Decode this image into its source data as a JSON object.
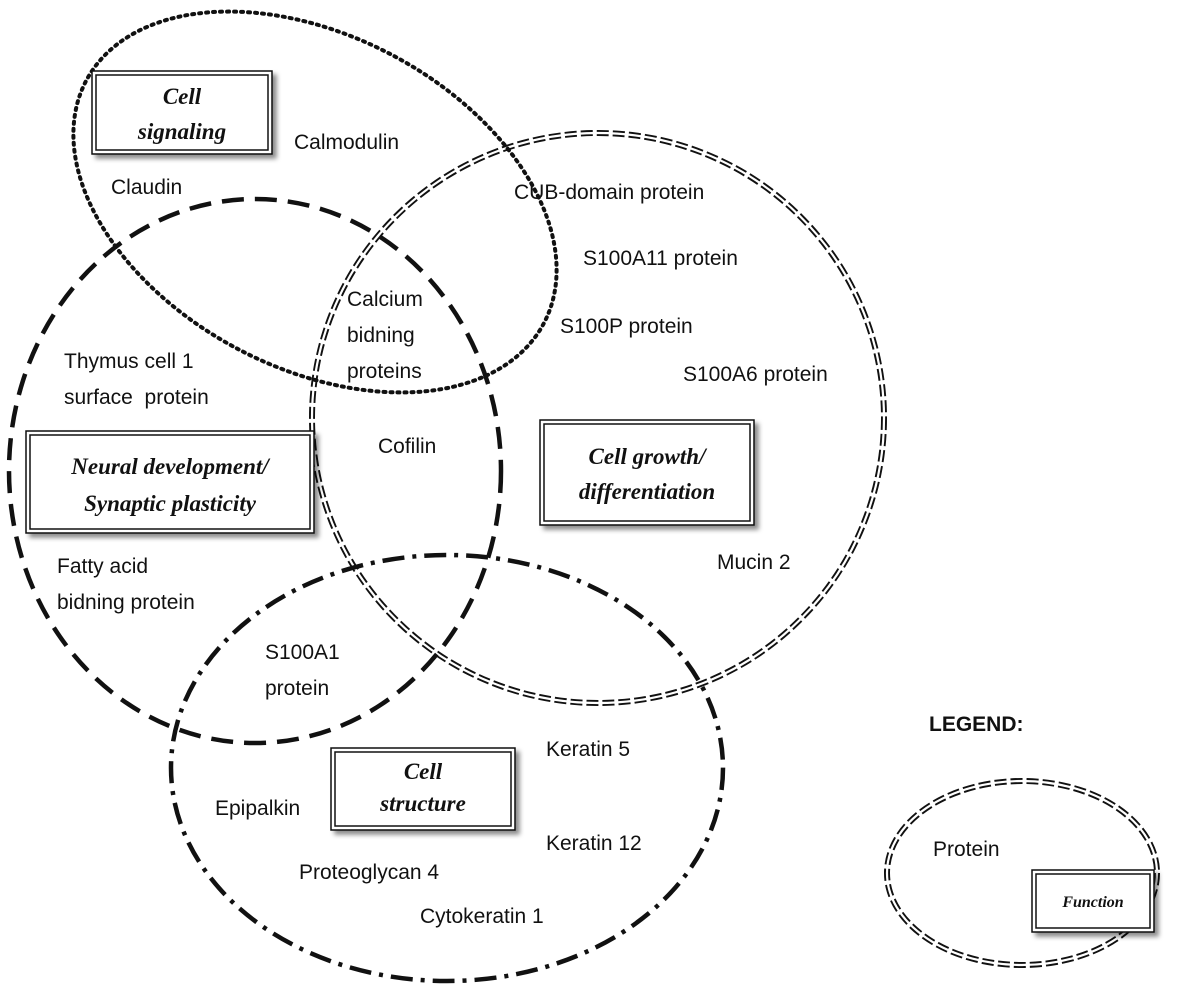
{
  "functions": {
    "cell_signaling": [
      "Cell",
      "signaling"
    ],
    "neural": [
      "Neural development/",
      "Synaptic plasticity"
    ],
    "growth": [
      "Cell growth/",
      "differentiation"
    ],
    "structure": [
      "Cell",
      "structure"
    ]
  },
  "proteins": {
    "calmodulin": "Calmodulin",
    "claudin": "Claudin",
    "cub_domain": "CUB-domain protein",
    "s100a11": "S100A11 protein",
    "s100p": "S100P protein",
    "s100a6": "S100A6 protein",
    "calcium_binding": [
      "Calcium",
      "bidning",
      "proteins"
    ],
    "thymus": [
      "Thymus cell 1",
      "surface  protein"
    ],
    "cofilin": "Cofilin",
    "fatty_acid": [
      "Fatty acid",
      "bidning protein"
    ],
    "mucin2": "Mucin 2",
    "s100a1": [
      "S100A1",
      "protein"
    ],
    "keratin5": "Keratin 5",
    "epipalkin": "Epipalkin",
    "keratin12": "Keratin 12",
    "proteoglycan4": "Proteoglycan 4",
    "cytokeratin1": "Cytokeratin 1"
  },
  "legend": {
    "title": "LEGEND:",
    "protein": "Protein",
    "function": "Function"
  },
  "styles": {
    "cell_signaling": "dotted ellipse",
    "cell_growth": "double-line circle",
    "neural_development": "dashed ellipse",
    "cell_structure": "dash-dot ellipse",
    "ink_color": "#111111"
  }
}
